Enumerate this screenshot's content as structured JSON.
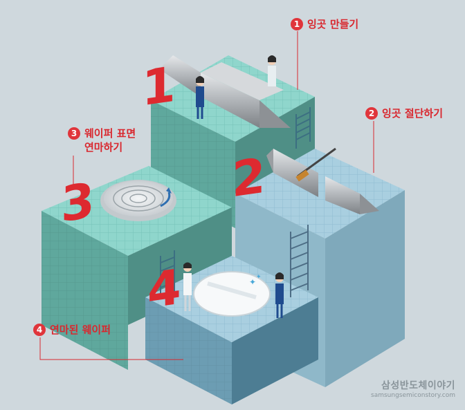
{
  "steps": [
    {
      "number": "1",
      "label_lines": [
        "잉곳 만들기"
      ]
    },
    {
      "number": "2",
      "label_lines": [
        "잉곳 절단하기"
      ]
    },
    {
      "number": "3",
      "label_lines": [
        "웨이퍼 표면",
        "연마하기"
      ]
    },
    {
      "number": "4",
      "label_lines": [
        "연마된 웨이퍼"
      ]
    }
  ],
  "big_numbers": [
    "1",
    "2",
    "3",
    "4"
  ],
  "brand": {
    "name": "삼성반도체이야기",
    "url": "samsungsemiconstory.com"
  },
  "colors": {
    "background": "#cfd8dd",
    "accent_red": "#dd2a30",
    "platform_teal_top": "#8fd6cc",
    "platform_blue_top": "#a9cfe0",
    "ingot_silver": "#b8bcc0"
  }
}
